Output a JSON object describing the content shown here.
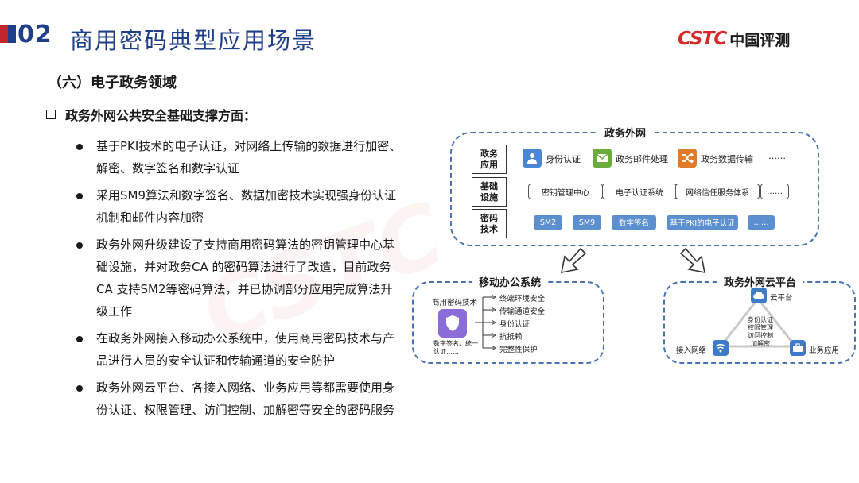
{
  "header": {
    "section_number": "02",
    "title": "商用密码典型应用场景",
    "logo_en": "CSTC",
    "logo_cn": "中国评测"
  },
  "content": {
    "heading": "（六）电子政务领域",
    "subheading": "政务外网公共安全基础支撑方面：",
    "bullets": [
      "基于PKI技术的电子认证，对网络上传输的数据进行加密、解密、数字签名和数字认证",
      "采用SM9算法和数字签名、数据加密技术实现强身份认证机制和邮件内容加密",
      "政务外网升级建设了支持商用密码算法的密钥管理中心基础设施，并对政务CA 的密码算法进行了改造，目前政务 CA 支持SM2等密码算法，并已协调部分应用完成算法升级工作",
      "在政务外网接入移动办公系统中，使用商用密码技术与产品进行人员的安全认证和传输通道的安全防护",
      "政务外网云平台、各接入网络、业务应用等都需要使用身份认证、权限管理、访问控制、加解密等安全的密码服务"
    ]
  },
  "diagram": {
    "top": {
      "title": "政务外网",
      "rows": {
        "app_label": "政务\n应用",
        "infra_label": "基础\n设施",
        "crypto_label": "密码\n技术"
      },
      "apps": [
        {
          "label": "身份认证",
          "icon": "user-icon",
          "color": "#4a86d6"
        },
        {
          "label": "政务邮件处理",
          "icon": "mail-icon",
          "color": "#6aab3c"
        },
        {
          "label": "政务数据传输",
          "icon": "shuffle-icon",
          "color": "#e07b2a"
        }
      ],
      "apps_more": "……",
      "infra": [
        "密钥管理中心",
        "电子认证系统",
        "网络信任服务体系",
        "……"
      ],
      "crypto": [
        "SM2",
        "SM9",
        "数字签名",
        "基于PKI的电子认证",
        "……"
      ]
    },
    "mobile": {
      "title": "移动办公系统",
      "tech_label": "商用密码技术",
      "tech_caption": "数字签名、统一认证……",
      "items": [
        "终端环境安全",
        "传输通道安全",
        "身份认证",
        "抗抵赖",
        "完整性保护"
      ]
    },
    "cloud": {
      "title": "政务外网云平台",
      "platform_label": "云平台",
      "network_label": "接入网络",
      "app_label": "业务应用",
      "services": [
        "身份认证",
        "权限管理",
        "访问控制",
        "加解密"
      ]
    }
  },
  "colors": {
    "brand_blue": "#1f3f8a",
    "brand_red": "#c0282d",
    "dashed_border": "#4a73b5",
    "crypto_chip": "#5b8fd0"
  }
}
